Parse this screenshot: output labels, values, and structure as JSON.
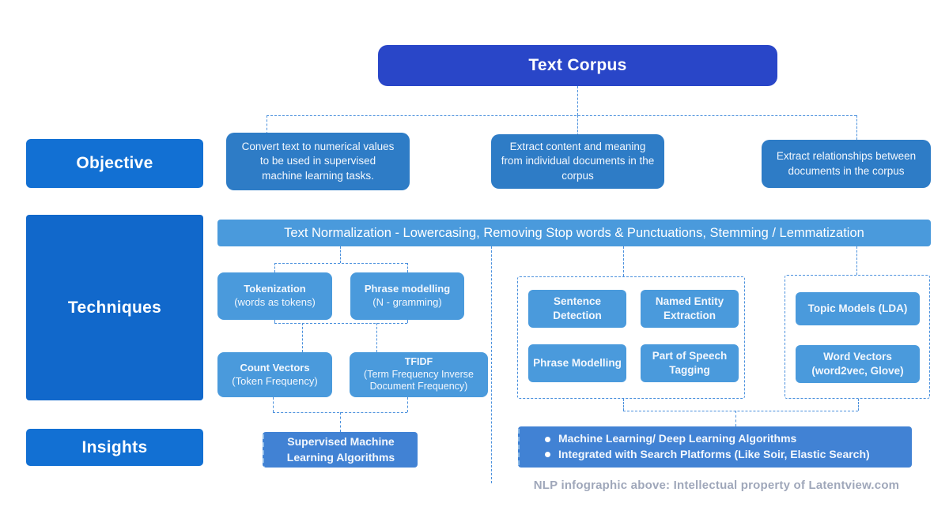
{
  "root": {
    "label": "Text Corpus"
  },
  "objective": {
    "label": "Objective",
    "boxes": [
      "Convert text to numerical values to be used in supervised machine learning tasks.",
      "Extract content and meaning from individual documents in the corpus",
      "Extract relationships between documents in the corpus"
    ]
  },
  "techniques": {
    "label": "Techniques",
    "banner": "Text Normalization - Lowercasing, Removing Stop words & Punctuations, Stemming / Lemmatization",
    "left_group": [
      {
        "title": "Tokenization",
        "subtitle": "(words as tokens)"
      },
      {
        "title": "Phrase modelling",
        "subtitle": "(N - gramming)"
      },
      {
        "title": "Count Vectors",
        "subtitle": "(Token Frequency)"
      },
      {
        "title": "TFIDF",
        "subtitle": "(Term Frequency Inverse Document Frequency)"
      }
    ],
    "middle_group": [
      "Sentence Detection",
      "Named Entity Extraction",
      "Phrase Modelling",
      "Part of Speech Tagging"
    ],
    "right_group": [
      "Topic Models (LDA)",
      "Word Vectors (word2vec, Glove)"
    ]
  },
  "insights": {
    "label": "Insights",
    "supervised": "Supervised Machine Learning Algorithms",
    "bullets": [
      "Machine Learning/ Deep Learning Algorithms",
      "Integrated with Search Platforms (Like Soir, Elastic Search)"
    ]
  },
  "footer": {
    "watermark": "NLP infographic above: Intellectual property of Latentview.com"
  },
  "colors": {
    "root_box": "#2946c8",
    "row_label": "#1270d3",
    "objective_box": "#2e7cc6",
    "technique_box": "#4a9adc",
    "insight_box": "#4182d4",
    "connector": "#4a90dd"
  }
}
